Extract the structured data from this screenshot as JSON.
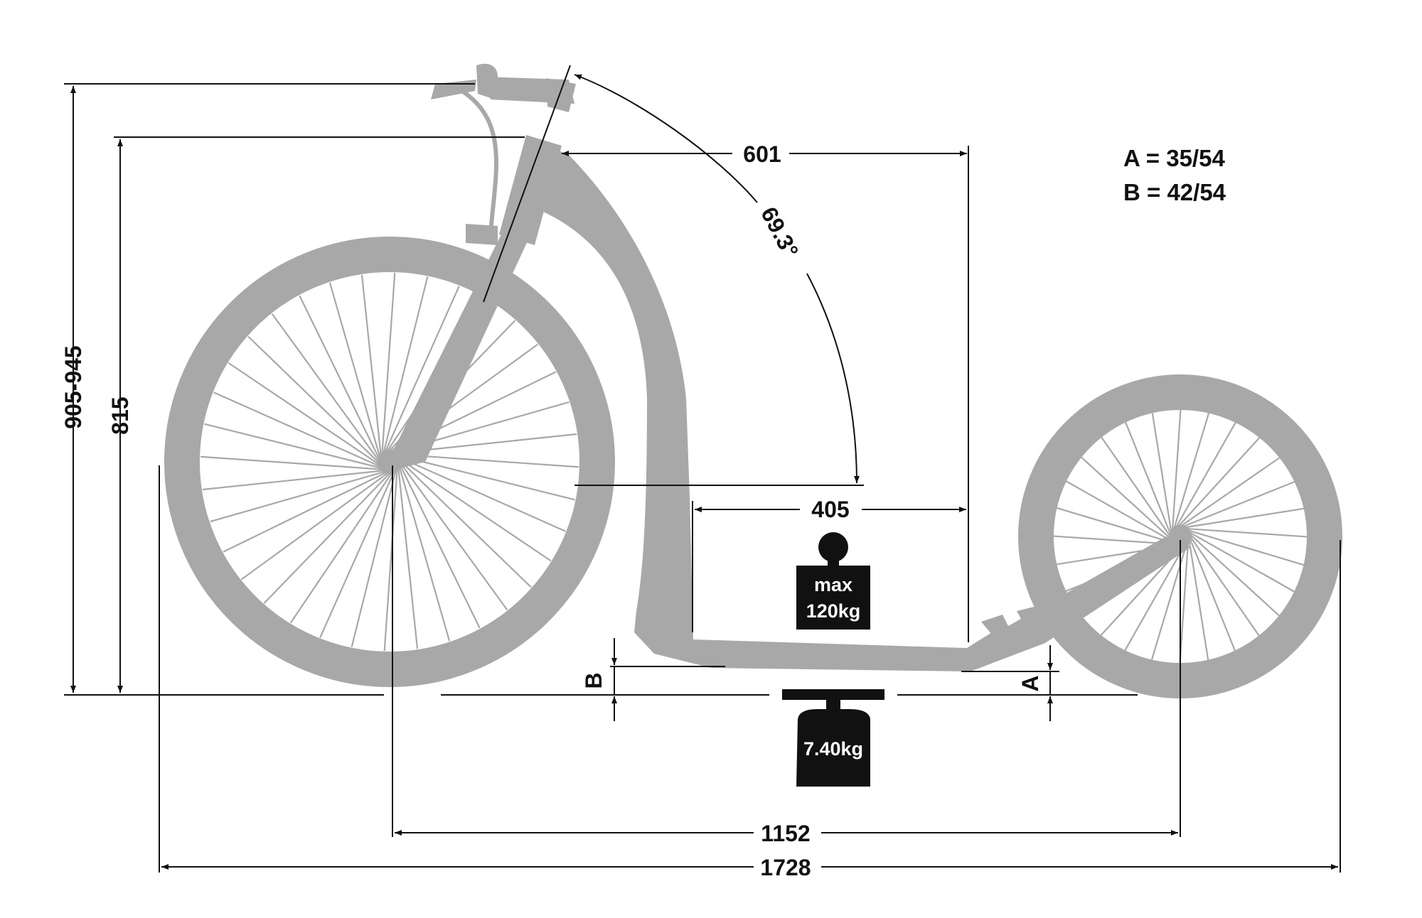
{
  "legend": {
    "line_a": "A = 35/54",
    "line_b": "B = 42/54"
  },
  "dimensions": {
    "handlebar_height": "905-945",
    "saddle_height": "815",
    "head_to_deck": "601",
    "head_angle": "69.3°",
    "deck_length": "405",
    "wheelbase": "1152",
    "overall_length": "1728",
    "clearance_a": "A",
    "clearance_b": "B"
  },
  "max_load": {
    "line1": "max",
    "line2": "120kg"
  },
  "scooter_weight": "7.40kg",
  "colors": {
    "frame": "#a8a8a8",
    "lines": "#111111",
    "weights": "#111111"
  }
}
